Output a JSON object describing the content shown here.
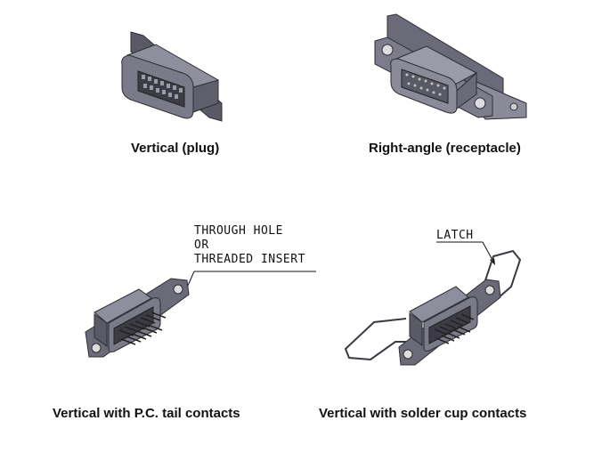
{
  "figures": [
    {
      "id": "vertical-plug",
      "caption": "Vertical (plug)"
    },
    {
      "id": "right-angle-receptacle",
      "caption": "Right-angle (receptacle)"
    },
    {
      "id": "vertical-pc-tail",
      "caption": "Vertical with P.C. tail contacts"
    },
    {
      "id": "vertical-solder-cup",
      "caption": "Vertical with solder cup contacts"
    }
  ],
  "callouts": {
    "mounting": [
      "THROUGH HOLE",
      "OR",
      "THREADED INSERT"
    ],
    "latch": "LATCH"
  },
  "colors": {
    "body_fill": "#7a7a88",
    "body_dark": "#4f4f5c",
    "body_light": "#a6a6b4",
    "outline": "#2e2e36",
    "text": "#111111"
  }
}
